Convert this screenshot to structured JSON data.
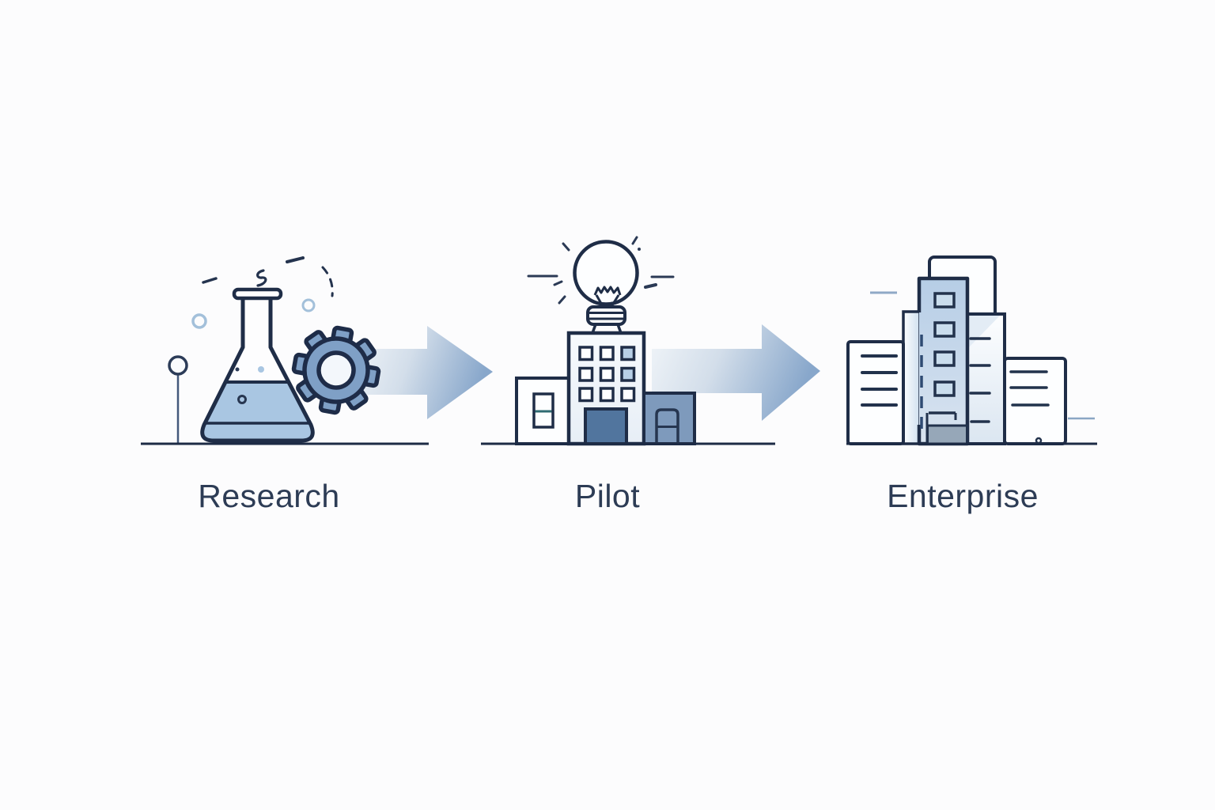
{
  "stages": [
    {
      "id": "research",
      "label": "Research",
      "icon": "flask-gear-icon"
    },
    {
      "id": "pilot",
      "label": "Pilot",
      "icon": "lightbulb-building-icon"
    },
    {
      "id": "enterprise",
      "label": "Enterprise",
      "icon": "office-buildings-icon"
    }
  ],
  "connectors": [
    {
      "icon": "arrow-right-icon",
      "direction": "right"
    },
    {
      "icon": "arrow-right-icon",
      "direction": "right"
    }
  ],
  "colors": {
    "background": "#fcfcfd",
    "outline_navy": "#1f2d47",
    "label_text": "#2d3c55",
    "flask_liquid": "#a9c6e2",
    "gear_blue": "#7fa0c6",
    "arrow_gradient_start": "#f1f5f9",
    "arrow_gradient_end": "#88a7cb",
    "door_blue": "#51759e",
    "side_building_blue": "#7e9abc",
    "tower_blue": "#b6cde6",
    "window_blue": "#b7cfe6",
    "window_divider_teal": "#2f6b72",
    "door_gray": "#96a7b8",
    "sky_dash_blue": "#8fa9c6"
  }
}
